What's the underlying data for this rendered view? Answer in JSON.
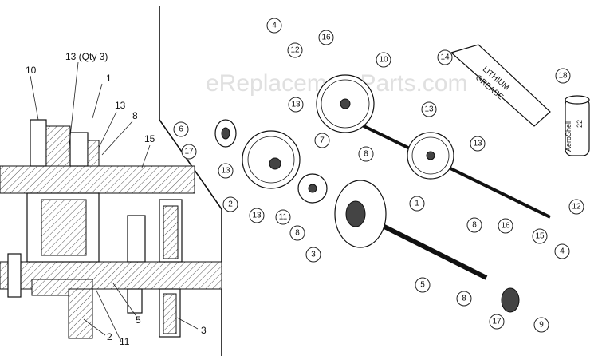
{
  "watermark": "eReplacementParts.com",
  "section_view": {
    "labels": [
      {
        "id": "10",
        "text": "10"
      },
      {
        "id": "13qty",
        "text": "13 (Qty 3)"
      },
      {
        "id": "1",
        "text": "1"
      },
      {
        "id": "13",
        "text": "13"
      },
      {
        "id": "8",
        "text": "8"
      },
      {
        "id": "15",
        "text": "15"
      },
      {
        "id": "2",
        "text": "2"
      },
      {
        "id": "11",
        "text": "11"
      },
      {
        "id": "5",
        "text": "5"
      },
      {
        "id": "3",
        "text": "3"
      }
    ]
  },
  "exploded_view": {
    "callouts": [
      {
        "id": "c4a",
        "text": "4"
      },
      {
        "id": "c16a",
        "text": "16"
      },
      {
        "id": "c12a",
        "text": "12"
      },
      {
        "id": "c10",
        "text": "10"
      },
      {
        "id": "c14",
        "text": "14"
      },
      {
        "id": "c18",
        "text": "18"
      },
      {
        "id": "c13a",
        "text": "13"
      },
      {
        "id": "c13b",
        "text": "13"
      },
      {
        "id": "c6",
        "text": "6"
      },
      {
        "id": "c7",
        "text": "7"
      },
      {
        "id": "c8a",
        "text": "8"
      },
      {
        "id": "c13c",
        "text": "13"
      },
      {
        "id": "c17a",
        "text": "17"
      },
      {
        "id": "c13d",
        "text": "13"
      },
      {
        "id": "c2",
        "text": "2"
      },
      {
        "id": "c13e",
        "text": "13"
      },
      {
        "id": "c11",
        "text": "11"
      },
      {
        "id": "c8b",
        "text": "8"
      },
      {
        "id": "c1",
        "text": "1"
      },
      {
        "id": "c8c",
        "text": "8"
      },
      {
        "id": "c16b",
        "text": "16"
      },
      {
        "id": "c15",
        "text": "15"
      },
      {
        "id": "c12b",
        "text": "12"
      },
      {
        "id": "c4b",
        "text": "4"
      },
      {
        "id": "c3",
        "text": "3"
      },
      {
        "id": "c5",
        "text": "5"
      },
      {
        "id": "c8d",
        "text": "8"
      },
      {
        "id": "c17b",
        "text": "17"
      },
      {
        "id": "c9",
        "text": "9"
      }
    ],
    "grease_tube_text": [
      "LITHIUM",
      "GREASE"
    ],
    "aeroshell_text": [
      "AeroShell",
      "22"
    ]
  }
}
